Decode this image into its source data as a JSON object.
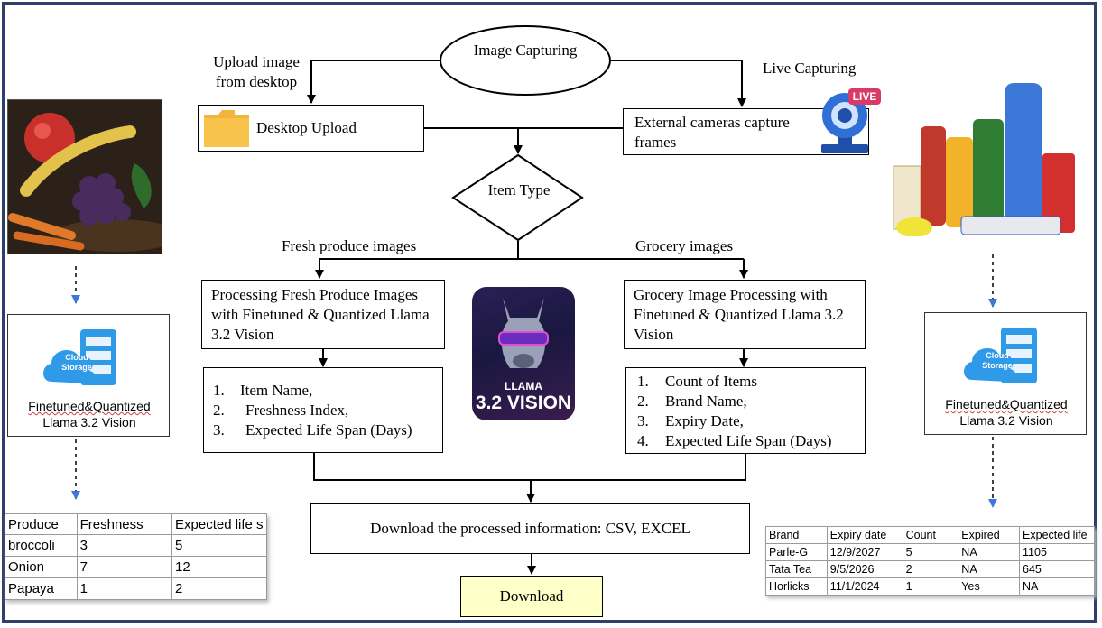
{
  "top": {
    "image_capturing": "Image Capturing",
    "upload_label": "Upload image from desktop",
    "live_label": "Live Capturing"
  },
  "desktop_upload": "Desktop Upload",
  "external_cameras": "External cameras capture frames",
  "live_badge": "LIVE",
  "item_type": "Item Type",
  "branch_labels": {
    "fresh": "Fresh produce images",
    "grocery": "Grocery images"
  },
  "fresh_process": "Processing Fresh Produce Images with Finetuned & Quantized Llama 3.2 Vision",
  "grocery_process": "Grocery Image Processing with Finetuned &  Quantized Llama 3.2 Vision",
  "fresh_outputs": [
    {
      "num": "1.",
      "text": "Item Name,"
    },
    {
      "num": "2.",
      "text": "Freshness Index,"
    },
    {
      "num": "3.",
      "text": "Expected Life Span (Days)"
    }
  ],
  "grocery_outputs": [
    {
      "num": "1.",
      "text": "Count of Items"
    },
    {
      "num": "2.",
      "text": "Brand Name,"
    },
    {
      "num": "3.",
      "text": "Expiry Date,"
    },
    {
      "num": "4.",
      "text": "Expected Life Span (Days)"
    }
  ],
  "logo": {
    "line1": "LLAMA",
    "line2": "3.2 VISION"
  },
  "download_info": "Download the processed information: CSV, EXCEL",
  "download_button": "Download",
  "cloud": {
    "line1": "Cloud",
    "line2": "Storage",
    "model_title": "Finetuned&Quantized",
    "model_sub": "Llama 3.2 Vision"
  },
  "produce_table": {
    "headers": [
      "Produce",
      "Freshness",
      "Expected life s"
    ],
    "rows": [
      [
        "broccoli",
        "3",
        "5"
      ],
      [
        "Onion",
        "7",
        "12"
      ],
      [
        "Papaya",
        "1",
        "2"
      ]
    ]
  },
  "grocery_table": {
    "headers": [
      "Brand",
      "Expiry date",
      "Count",
      "Expired",
      "Expected life"
    ],
    "rows": [
      [
        "Parle-G",
        "12/9/2027",
        "5",
        "NA",
        "1105"
      ],
      [
        "Tata Tea",
        "9/5/2026",
        "2",
        "NA",
        "645"
      ],
      [
        "Horlicks",
        "11/1/2024",
        "1",
        "Yes",
        "NA"
      ]
    ]
  },
  "colors": {
    "frame": "#2e3f6b",
    "download_fill": "#ffffc8",
    "dashed_arrow": "#3b78d8",
    "cloud": "#2f9be8",
    "folder": "#f7c34a",
    "camera": "#2f6fd6",
    "live": "#d93a6a"
  }
}
